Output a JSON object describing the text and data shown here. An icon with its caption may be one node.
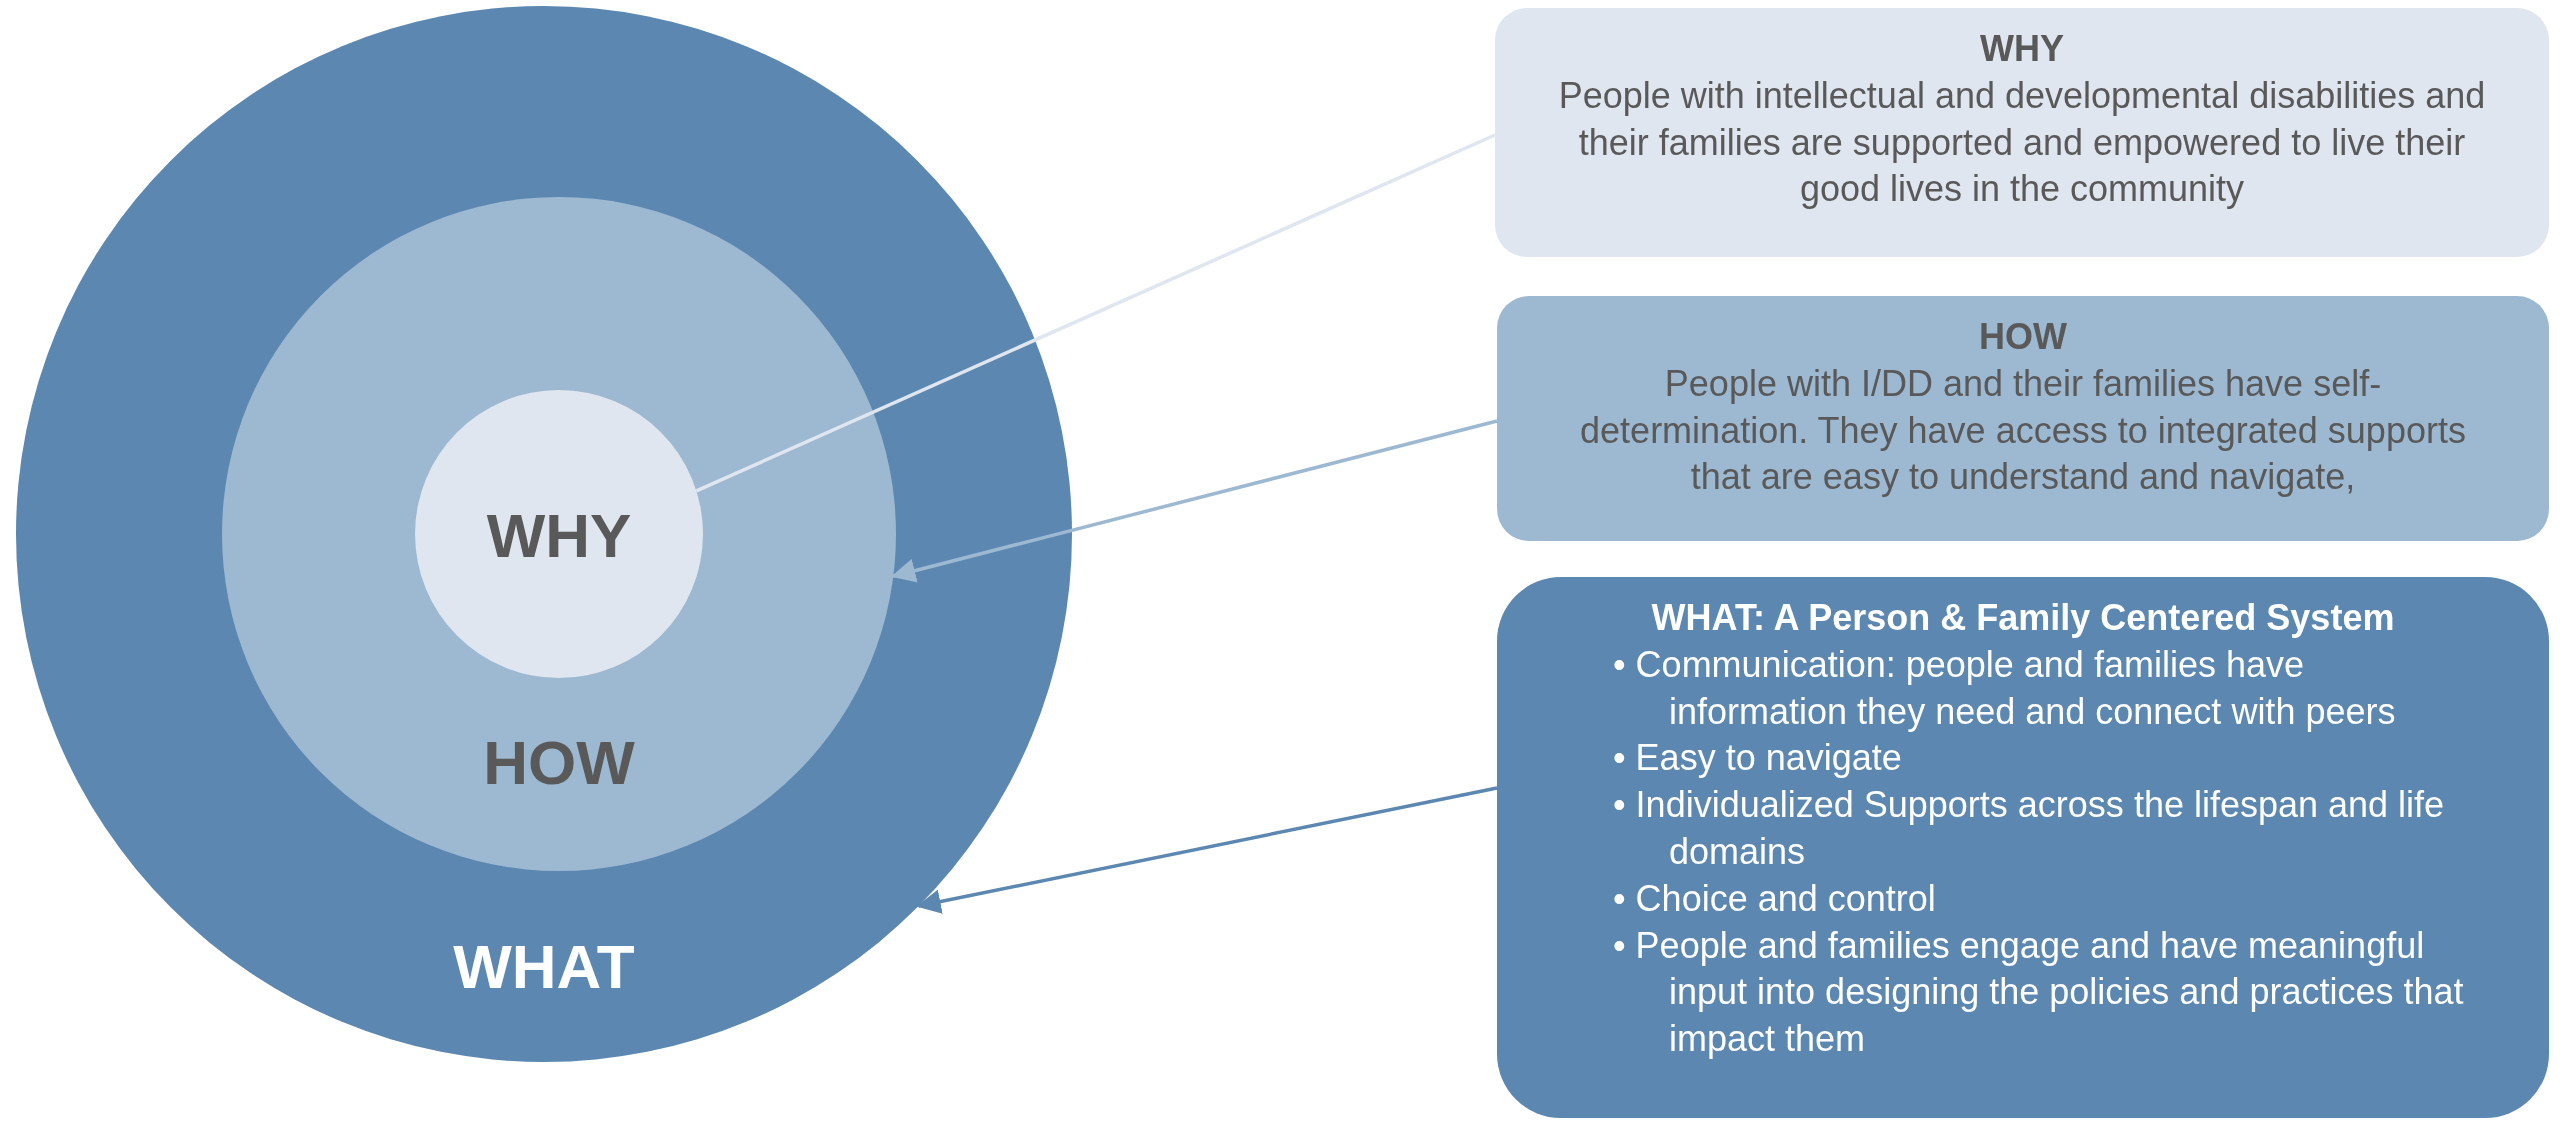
{
  "diagram": {
    "nodes": [
      {
        "text": [
          "WHAT"
        ]
      },
      {
        "text": [
          "HOW"
        ],
        "in": 0
      },
      {
        "text": [
          "WHY"
        ],
        "in": 1
      },
      {
        "text": [
          "WHY",
          "People with intellectual and developmental disabilities and their families are supported and empowered to live their good lives in the community"
        ]
      },
      {
        "text": [
          "HOW",
          "People with I/DD and their families have self-determination. They have access to integrated supports that are easy to understand and navigate,"
        ]
      },
      {
        "text": [
          "WHAT: A Person & Family Centered System",
          "• Communication: people and families have information they need and connect with peers",
          "• Easy to navigate",
          "• Individualized Supports across the lifespan and life domains",
          "• Choice and control",
          "• People and families engage and have meaningful input into designing the policies and practices that impact them"
        ]
      }
    ],
    "edges": [
      {
        "from": 3,
        "to": 2,
        "arrow": "none",
        "color": "#dfe6ef"
      },
      {
        "from": 4,
        "to": 1,
        "arrow": "to",
        "color": "#9db8d1"
      },
      {
        "from": 5,
        "to": 0,
        "arrow": "to",
        "color": "#5b87b1"
      }
    ]
  }
}
